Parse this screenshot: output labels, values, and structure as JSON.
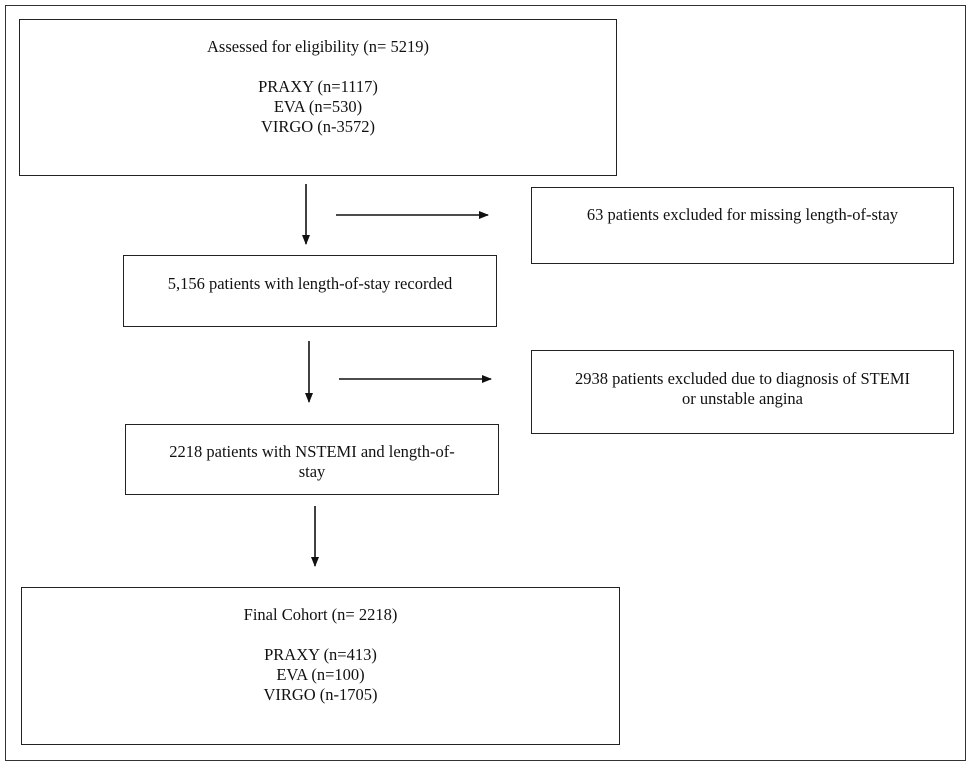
{
  "eligibility": {
    "title": "Assessed for eligibility (n= 5219)",
    "items": [
      "PRAXY (n=1117)",
      "EVA (n=530)",
      "VIRGO (n-3572)"
    ]
  },
  "excluded_missing_los": {
    "text": "63 patients excluded for missing length-of-stay"
  },
  "los_recorded": {
    "text": "5,156 patients with length-of-stay recorded"
  },
  "excluded_stemi": {
    "line1": "2938 patients excluded due to diagnosis of STEMI",
    "line2": "or unstable angina"
  },
  "nstemi": {
    "line1": "2218 patients with NSTEMI and length-of-",
    "line2": "stay"
  },
  "final_cohort": {
    "title": "Final Cohort (n= 2218)",
    "items": [
      "PRAXY (n=413)",
      "EVA (n=100)",
      "VIRGO (n-1705)"
    ]
  }
}
